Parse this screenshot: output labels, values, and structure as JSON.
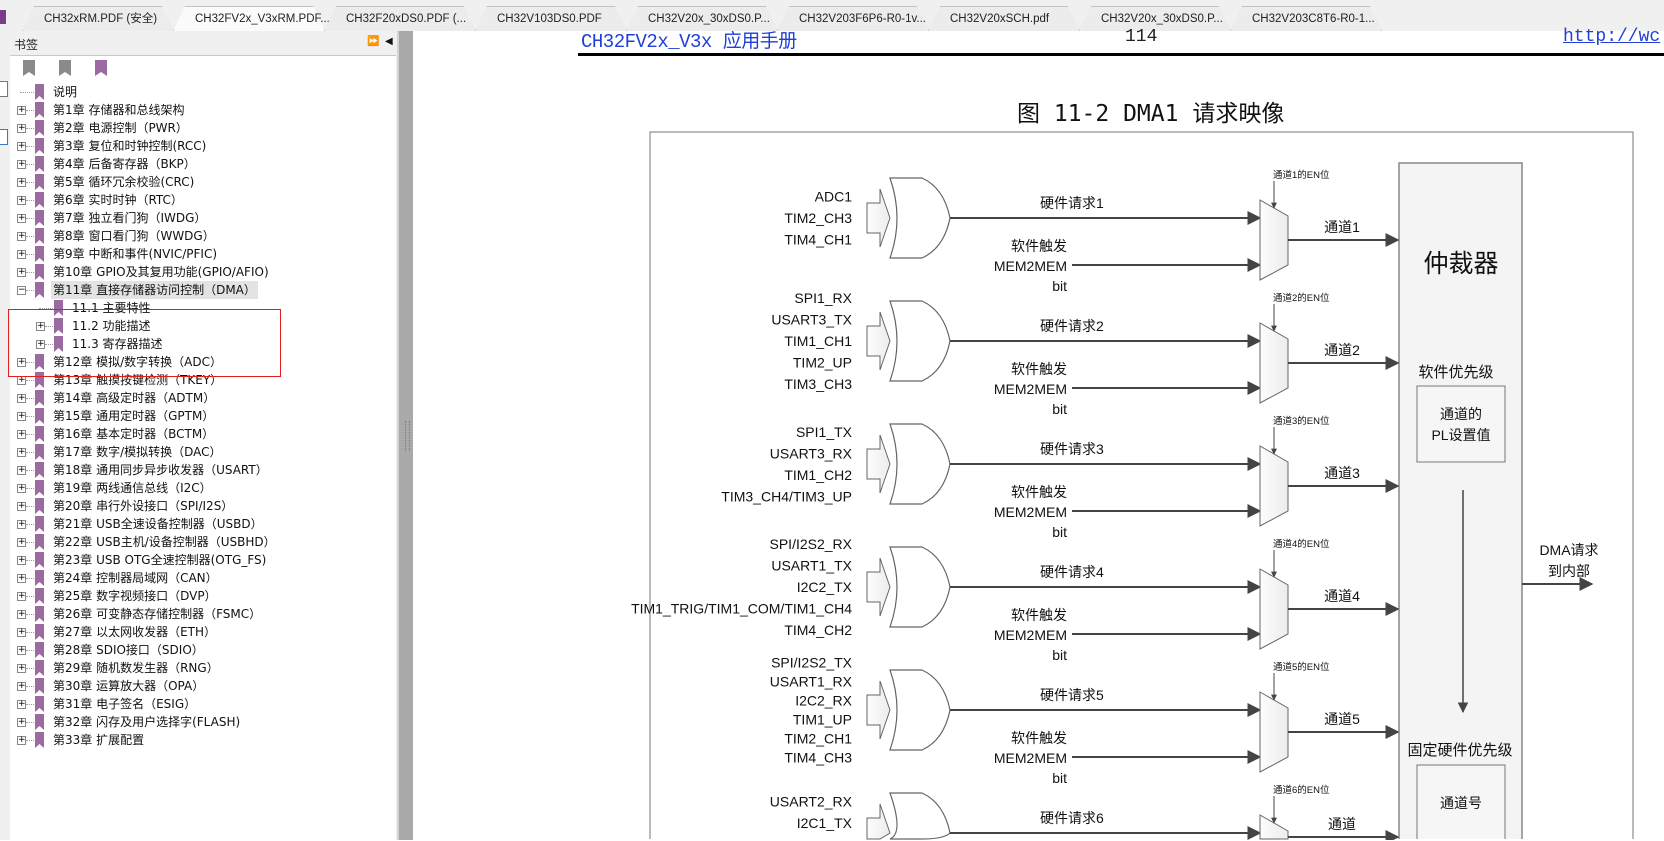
{
  "tabs": [
    {
      "label": "CH32xRM.PDF (安全)",
      "active": false
    },
    {
      "label": "CH32FV2x_V3xRM.PDF...",
      "active": true,
      "close": "x"
    },
    {
      "label": "CH32F20xDS0.PDF (...",
      "active": false
    },
    {
      "label": "CH32V103DS0.PDF",
      "active": false
    },
    {
      "label": "CH32V20x_30xDS0.P...",
      "active": false
    },
    {
      "label": "CH32V203F6P6-R0-1v...",
      "active": false
    },
    {
      "label": "CH32V20xSCH.pdf",
      "active": false
    },
    {
      "label": "CH32V20x_30xDS0.P...",
      "active": false
    },
    {
      "label": "CH32V203C8T6-R0-1...",
      "active": false
    }
  ],
  "sidebar": {
    "title": "书签",
    "controls": {
      "expand": "⏩",
      "collapse": "◀"
    },
    "toolbar": [
      "delete-bookmark-icon",
      "add-bookmark-icon",
      "goto-bookmark-icon"
    ],
    "items": [
      {
        "label": "说明",
        "level": 1,
        "expander": "none"
      },
      {
        "label": "第1章 存储器和总线架构",
        "level": 1,
        "expander": "+"
      },
      {
        "label": "第2章 电源控制（PWR）",
        "level": 1,
        "expander": "+"
      },
      {
        "label": "第3章 复位和时钟控制(RCC)",
        "level": 1,
        "expander": "+"
      },
      {
        "label": "第4章 后备寄存器（BKP）",
        "level": 1,
        "expander": "+"
      },
      {
        "label": "第5章 循环冗余校验(CRC)",
        "level": 1,
        "expander": "+"
      },
      {
        "label": "第6章 实时时钟（RTC）",
        "level": 1,
        "expander": "+"
      },
      {
        "label": "第7章 独立看门狗（IWDG）",
        "level": 1,
        "expander": "+"
      },
      {
        "label": "第8章 窗口看门狗（WWDG）",
        "level": 1,
        "expander": "+"
      },
      {
        "label": "第9章 中断和事件(NVIC/PFIC)",
        "level": 1,
        "expander": "+"
      },
      {
        "label": "第10章 GPIO及其复用功能(GPIO/AFIO)",
        "level": 1,
        "expander": "+"
      },
      {
        "label": "第11章 直接存储器访问控制（DMA）",
        "level": 1,
        "expander": "-",
        "selected": true
      },
      {
        "label": "11.1 主要特性",
        "level": 2,
        "expander": "none"
      },
      {
        "label": "11.2 功能描述",
        "level": 2,
        "expander": "+"
      },
      {
        "label": "11.3 寄存器描述",
        "level": 2,
        "expander": "+"
      },
      {
        "label": "第12章 模拟/数字转换（ADC）",
        "level": 1,
        "expander": "+"
      },
      {
        "label": "第13章 触摸按键检测（TKEY）",
        "level": 1,
        "expander": "+"
      },
      {
        "label": "第14章 高级定时器（ADTM）",
        "level": 1,
        "expander": "+"
      },
      {
        "label": "第15章 通用定时器（GPTM）",
        "level": 1,
        "expander": "+"
      },
      {
        "label": "第16章 基本定时器（BCTM）",
        "level": 1,
        "expander": "+"
      },
      {
        "label": "第17章 数字/模拟转换（DAC）",
        "level": 1,
        "expander": "+"
      },
      {
        "label": "第18章 通用同步异步收发器（USART）",
        "level": 1,
        "expander": "+"
      },
      {
        "label": "第19章 两线通信总线（I2C）",
        "level": 1,
        "expander": "+"
      },
      {
        "label": "第20章 串行外设接口（SPI/I2S）",
        "level": 1,
        "expander": "+"
      },
      {
        "label": "第21章 USB全速设备控制器（USBD）",
        "level": 1,
        "expander": "+"
      },
      {
        "label": "第22章 USB主机/设备控制器（USBHD）",
        "level": 1,
        "expander": "+"
      },
      {
        "label": "第23章 USB OTG全速控制器(OTG_FS)",
        "level": 1,
        "expander": "+"
      },
      {
        "label": "第24章 控制器局域网（CAN）",
        "level": 1,
        "expander": "+"
      },
      {
        "label": "第25章 数字视频接口（DVP）",
        "level": 1,
        "expander": "+"
      },
      {
        "label": "第26章 可变静态存储控制器（FSMC）",
        "level": 1,
        "expander": "+"
      },
      {
        "label": "第27章 以太网收发器（ETH）",
        "level": 1,
        "expander": "+"
      },
      {
        "label": "第28章 SDIO接口（SDIO）",
        "level": 1,
        "expander": "+"
      },
      {
        "label": "第29章 随机数发生器（RNG）",
        "level": 1,
        "expander": "+"
      },
      {
        "label": "第30章 运算放大器（OPA）",
        "level": 1,
        "expander": "+"
      },
      {
        "label": "第31章 电子签名（ESIG）",
        "level": 1,
        "expander": "+"
      },
      {
        "label": "第32章 闪存及用户选择字(FLASH)",
        "level": 1,
        "expander": "+"
      },
      {
        "label": "第33章 扩展配置",
        "level": 1,
        "expander": "+"
      }
    ]
  },
  "document": {
    "header_title": "CH32FV2x_V3x 应用手册",
    "page_number": "114",
    "url_fragment": "http://wc",
    "figure_title": "图 11-2 DMA1 请求映像",
    "colors": {
      "header_blue": "#1f3fd8",
      "highlight_box": "#e02020",
      "bookmark": "#9a6aa0"
    }
  },
  "diagram": {
    "channels": [
      {
        "inputs": [
          "ADC1",
          "TIM2_CH3",
          "TIM4_CH1"
        ],
        "hw_request": "硬件请求1",
        "sw_trigger": "软件触发",
        "mem2mem": "MEM2MEM",
        "bit": "bit",
        "en_bit": "通道1的EN位",
        "channel": "通道1"
      },
      {
        "inputs": [
          "SPI1_RX",
          "USART3_TX",
          "TIM1_CH1",
          "TIM2_UP",
          "TIM3_CH3"
        ],
        "hw_request": "硬件请求2",
        "sw_trigger": "软件触发",
        "mem2mem": "MEM2MEM",
        "bit": "bit",
        "en_bit": "通道2的EN位",
        "channel": "通道2"
      },
      {
        "inputs": [
          "SPI1_TX",
          "USART3_RX",
          "TIM1_CH2",
          "TIM3_CH4/TIM3_UP"
        ],
        "hw_request": "硬件请求3",
        "sw_trigger": "软件触发",
        "mem2mem": "MEM2MEM",
        "bit": "bit",
        "en_bit": "通道3的EN位",
        "channel": "通道3"
      },
      {
        "inputs": [
          "SPI/I2S2_RX",
          "USART1_TX",
          "I2C2_TX",
          "TIM1_TRIG/TIM1_COM/TIM1_CH4",
          "TIM4_CH2"
        ],
        "hw_request": "硬件请求4",
        "sw_trigger": "软件触发",
        "mem2mem": "MEM2MEM",
        "bit": "bit",
        "en_bit": "通道4的EN位",
        "channel": "通道4"
      },
      {
        "inputs": [
          "SPI/I2S2_TX",
          "USART1_RX",
          "I2C2_RX",
          "TIM1_UP",
          "TIM2_CH1",
          "TIM4_CH3"
        ],
        "hw_request": "硬件请求5",
        "sw_trigger": "软件触发",
        "mem2mem": "MEM2MEM",
        "bit": "bit",
        "en_bit": "通道5的EN位",
        "channel": "通道5"
      },
      {
        "inputs": [
          "USART2_RX",
          "I2C1_TX"
        ],
        "hw_request": "硬件请求6",
        "sw_trigger": "",
        "mem2mem": "",
        "bit": "",
        "en_bit": "通道6的EN位",
        "channel": "通道"
      }
    ],
    "arbiter": {
      "title": "仲裁器",
      "sw_priority": "软件优先级",
      "pl_box": [
        "通道的",
        "PL设置值"
      ],
      "hw_priority": "固定硬件优先级",
      "channel_no": "通道号"
    },
    "output": [
      "DMA请求",
      "到内部"
    ]
  }
}
